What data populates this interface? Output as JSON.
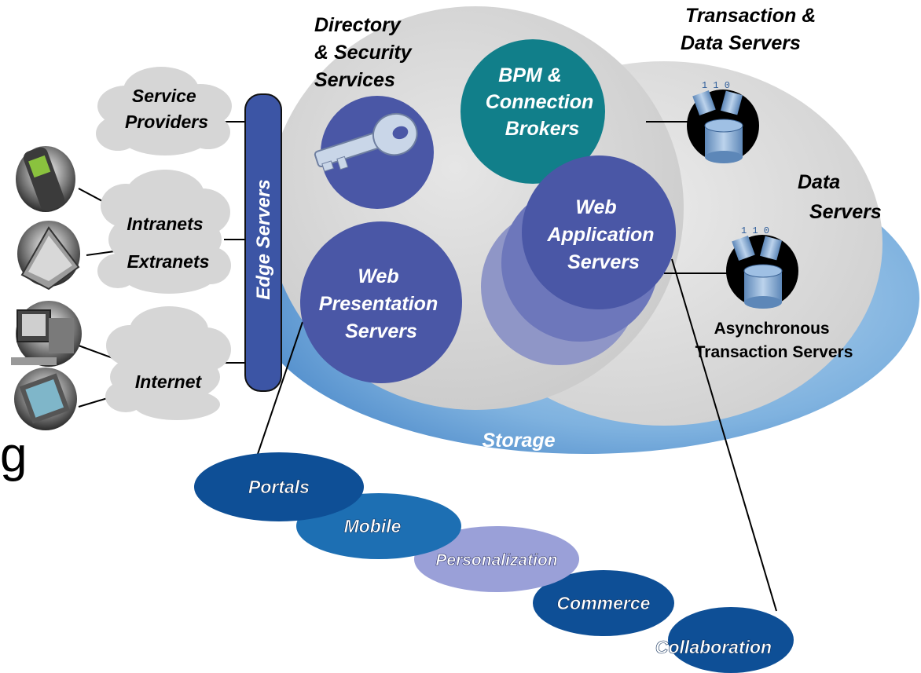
{
  "colors": {
    "primary_circle": "#4a57a6",
    "teal": "#117f8a",
    "edge_bar": "#3c55a5",
    "storage_blue": "#5e9ad2",
    "oval_dark": "#0e4f96",
    "oval_mid": "#1d6fb3",
    "oval_light": "#9aa0d8",
    "cloud": "#d6d6d6",
    "main_gray": "#d3d3d3"
  },
  "labels": {
    "directory": [
      "Directory",
      "& Security",
      "Services"
    ],
    "transaction_data": [
      "Transaction &",
      "Data Servers"
    ],
    "bpm": [
      "BPM &",
      "Connection",
      "Brokers"
    ],
    "service_providers": [
      "Service",
      "Providers"
    ],
    "intranets": "Intranets",
    "extranets": "Extranets",
    "internet": "Internet",
    "edge_servers": "Edge Servers",
    "web_presentation": [
      "Web",
      "Presentation",
      "Servers"
    ],
    "web_application": [
      "Web",
      "Application",
      "Servers"
    ],
    "data_servers": [
      "Data",
      "Servers"
    ],
    "async": [
      "Asynchronous",
      "Transaction Servers"
    ],
    "storage": "Storage",
    "stray_letter": "g"
  },
  "services": [
    "Portals",
    "Mobile",
    "Personalization",
    "Commerce",
    "Collaboration"
  ],
  "icons": [
    "mobile-phone-icon",
    "laptop-icon",
    "desktop-computer-icon",
    "pda-icon",
    "key-icon",
    "database-icon"
  ]
}
